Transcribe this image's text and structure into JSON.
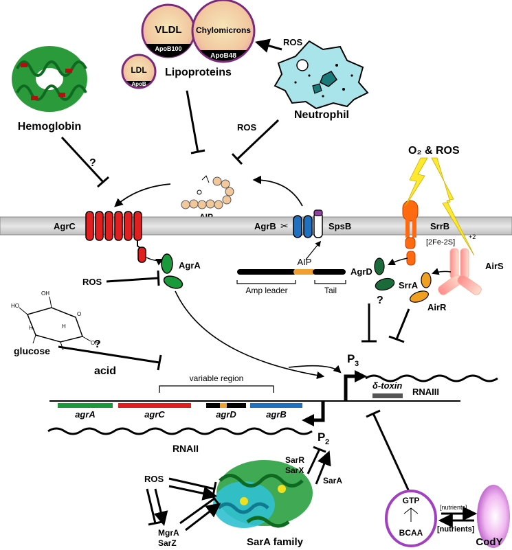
{
  "lipoproteins": {
    "vldl": "VLDL",
    "vldl_apo": "ApoB100",
    "chylomicrons": "Chylomicrons",
    "chylo_apo": "ApoB48",
    "ldl": "LDL",
    "ldl_apo": "ApoB",
    "group_label": "Lipoproteins"
  },
  "neutrophil": {
    "label": "Neutrophil",
    "ros_top": "ROS",
    "ros_left": "ROS"
  },
  "hemoglobin": {
    "label": "Hemoglobin",
    "question": "?"
  },
  "aip": {
    "label": "AIP"
  },
  "membrane": {
    "agrc": "AgrC",
    "agrb": "AgrB",
    "scissors": "✂",
    "spsb": "SpsB",
    "srrb": "SrrB"
  },
  "oxygen_ros": {
    "label": "O₂ & ROS"
  },
  "airs": {
    "cluster": "[2Fe-2S]",
    "charge": "+2",
    "label": "AirS"
  },
  "agra": {
    "label": "AgrA",
    "ros": "ROS"
  },
  "agrd": {
    "aip": "AIP",
    "label": "AgrD",
    "amp_leader": "Amp leader",
    "tail": "Tail"
  },
  "srra": {
    "label": "SrrA",
    "question": "?"
  },
  "airr": {
    "label": "AirR"
  },
  "glucose": {
    "label": "glucose",
    "acid": "acid",
    "question": "?",
    "oh": "OH",
    "ho": "HO",
    "h": "H",
    "o": "O"
  },
  "promoters": {
    "p3": "P",
    "p3_sub": "3",
    "p2": "P",
    "p2_sub": "2"
  },
  "operon": {
    "variable_region": "variable region",
    "agra": "agrA",
    "agrc": "agrC",
    "agrd": "agrD",
    "agrb": "agrB",
    "rnaii": "RNAII",
    "rnaiii": "RNAIII",
    "delta_toxin": "δ-toxin"
  },
  "sara": {
    "ros": "ROS",
    "sarr": "SarR",
    "sarx": "SarX",
    "sara": "SarA",
    "mgra": "MgrA",
    "sarz": "SarZ",
    "family": "SarA family"
  },
  "cody": {
    "gtp": "GTP",
    "bcaa": "BCAA",
    "nutrients_small": "[nutrients]",
    "nutrients_large": "[nutrients]",
    "label": "CodY"
  },
  "colors": {
    "agr_green": "#1a9a3a",
    "agr_red": "#e02020",
    "agr_orange": "#f0a030",
    "agr_blue": "#2070c0",
    "srr_orange": "#ff6a10",
    "cody_purple": "#a040c0"
  }
}
